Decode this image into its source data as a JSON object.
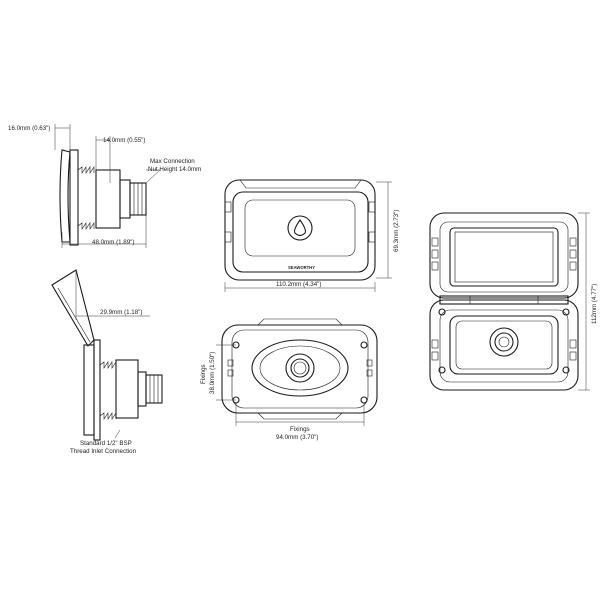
{
  "brand": "SEAWORTHY",
  "dimensions": {
    "side_depth": "16.0mm (0.63\")",
    "side_flange": "14.0mm (0.55\")",
    "nut_label_1": "Max Connection",
    "nut_label_2": "Nut Height 14.0mm",
    "side_length": "48.0mm (1.89\")",
    "front_width": "110.2mm (4.34\")",
    "front_height": "69.3mm (2.73\")",
    "open_height": "112mm (4.77\")",
    "open_side": "29.9mm (1.18\")",
    "bsp_label_1": "Standard 1/2\" BSP",
    "bsp_label_2": "Thread Inlet Connection",
    "fixings_v_label": "Fixings",
    "fixings_v_value": "38.0mm (1.50\")",
    "fixings_h_label": "Fixings",
    "fixings_h_value": "94.0mm (3.70\")"
  },
  "icons": [
    "water-drop-icon"
  ]
}
